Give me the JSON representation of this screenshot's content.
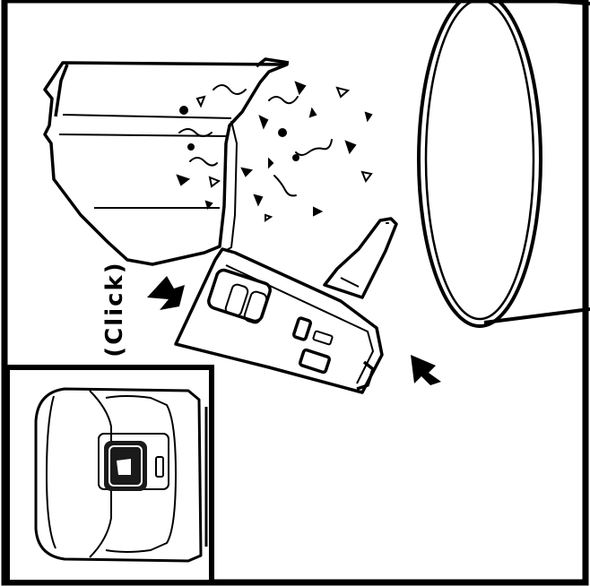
{
  "instruction_label": "(Click)",
  "colors": {
    "line": "#000000",
    "background": "#ffffff",
    "inset_button": "#1a1a1a"
  },
  "icons": [
    "dust-cup",
    "debris",
    "trash-bin",
    "push-arrow",
    "release-button"
  ]
}
